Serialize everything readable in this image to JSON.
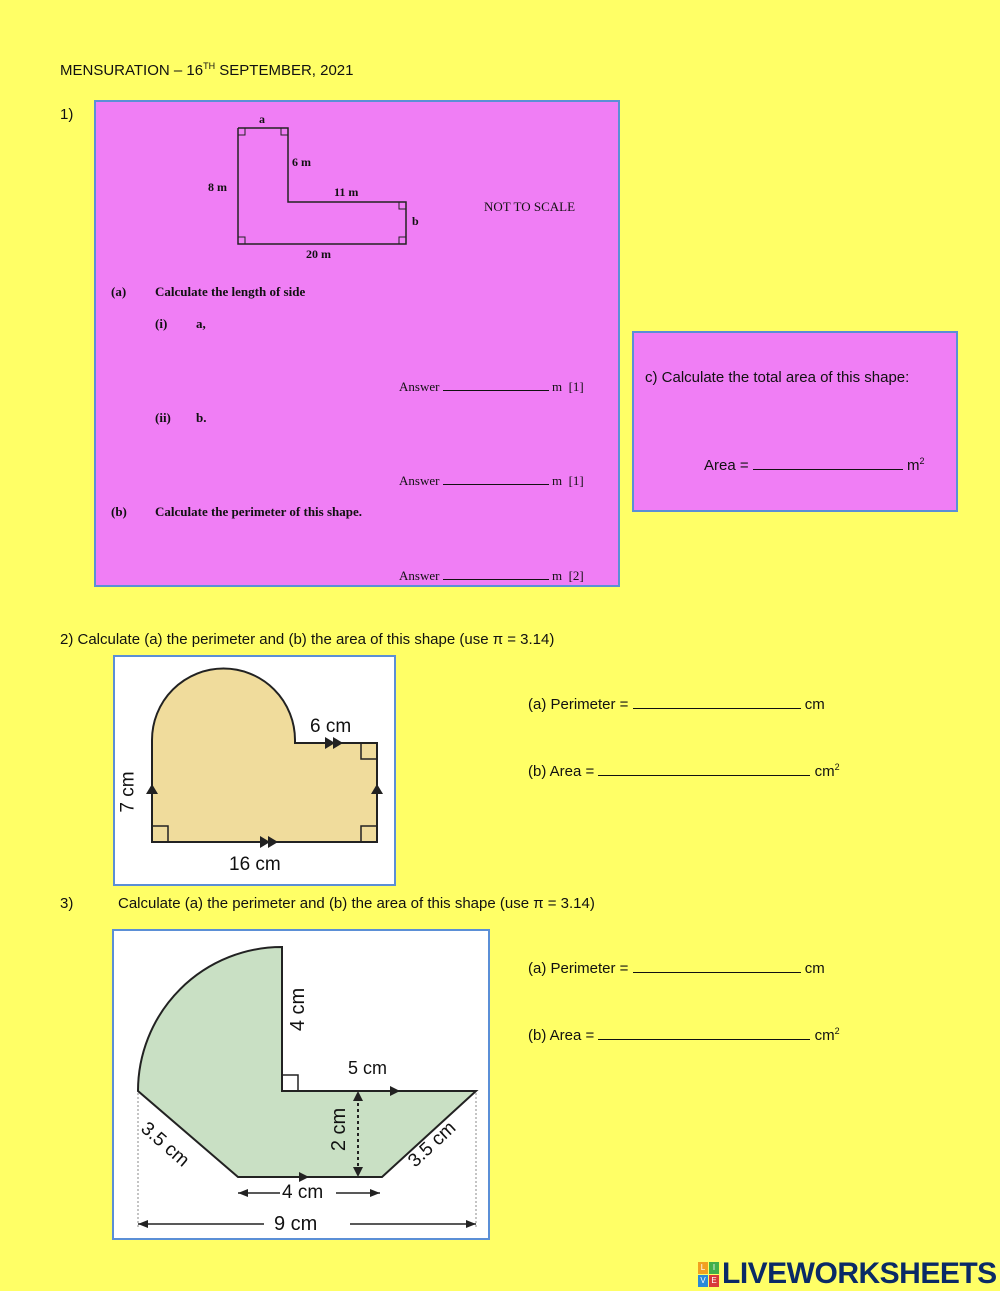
{
  "header": {
    "title_main": "MENSURATION – 16",
    "title_sup": "TH",
    "title_rest": " SEPTEMBER, 2021"
  },
  "q1": {
    "number": "1)",
    "diagram": {
      "a": "a",
      "six": "6 m",
      "eight": "8 m",
      "eleven": "11 m",
      "b": "b",
      "twenty": "20 m",
      "note": "NOT TO SCALE"
    },
    "part_a_label": "(a)",
    "part_a_text": "Calculate the length of side",
    "part_i_label": "(i)",
    "part_i_text": "a,",
    "answer_label": "Answer",
    "unit_m": "m",
    "mark1": "[1]",
    "mark2": "[2]",
    "part_ii_label": "(ii)",
    "part_ii_text": "b.",
    "part_b_label": "(b)",
    "part_b_text": "Calculate the perimeter of this shape.",
    "part_c_text": "c) Calculate the total area of this shape:",
    "area_label": "Area = ",
    "area_unit": "m",
    "area_sup": "2"
  },
  "q2": {
    "prompt": "2) Calculate (a) the perimeter and (b) the area of this shape (use π = 3.14)",
    "diagram": {
      "six": "6 cm",
      "seven": "7 cm",
      "sixteen": "16 cm"
    },
    "perimeter_label": "(a)  Perimeter = ",
    "perimeter_unit": "cm",
    "area_label": "(b)  Area = ",
    "area_unit": "cm",
    "area_sup": "2"
  },
  "q3": {
    "number": "3)",
    "prompt": "Calculate (a) the perimeter and (b) the area of this shape (use π = 3.14)",
    "diagram": {
      "four": "4 cm",
      "five": "5 cm",
      "two": "2 cm",
      "three5a": "3.5 cm",
      "three5b": "3.5 cm",
      "four_b": "4 cm",
      "nine": "9 cm"
    },
    "perimeter_label": "(a)  Perimeter = ",
    "perimeter_unit": "cm",
    "area_label": "(b)  Area = ",
    "area_unit": "cm",
    "area_sup": "2"
  },
  "footer": {
    "logo_text": "LIVEWORKSHEETS",
    "logo_letters": [
      "L",
      "I",
      "V",
      "E"
    ]
  },
  "colors": {
    "page": "#ffff66",
    "pink_box": "#f07ef5",
    "box_border": "#5b8fd6",
    "shape2_fill": "#f0dc9c",
    "shape3_fill": "#c9e0c4"
  }
}
